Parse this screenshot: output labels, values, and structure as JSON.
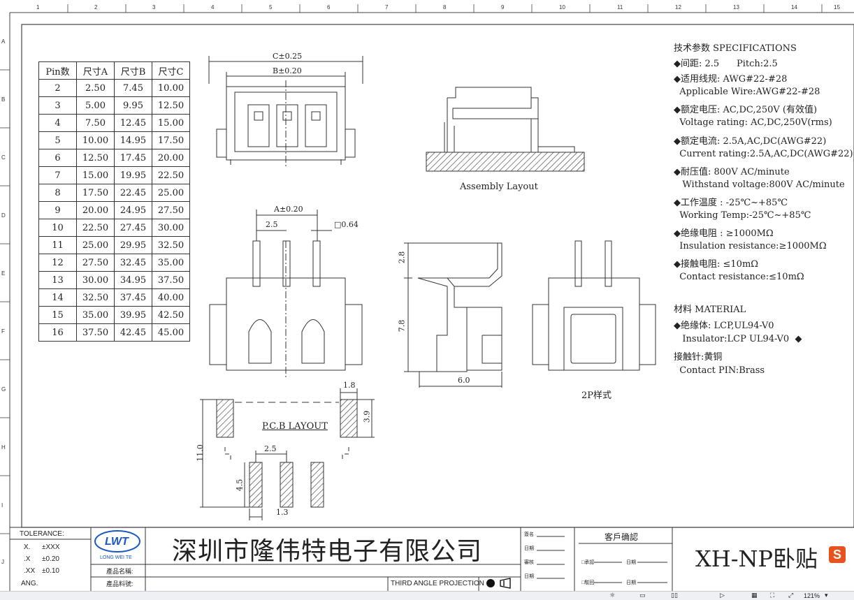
{
  "ruler": {
    "columns": [
      "1",
      "2",
      "3",
      "4",
      "5",
      "6",
      "7",
      "8",
      "9",
      "10",
      "11",
      "12",
      "13",
      "14",
      "15"
    ],
    "rows": [
      "A",
      "B",
      "C",
      "D",
      "E",
      "F",
      "G",
      "H",
      "I",
      "J"
    ]
  },
  "pin_table": {
    "headers": [
      "Pin数",
      "尺寸A",
      "尺寸B",
      "尺寸C"
    ],
    "rows": [
      [
        "2",
        "2.50",
        "7.45",
        "10.00"
      ],
      [
        "3",
        "5.00",
        "9.95",
        "12.50"
      ],
      [
        "4",
        "7.50",
        "12.45",
        "15.00"
      ],
      [
        "5",
        "10.00",
        "14.95",
        "17.50"
      ],
      [
        "6",
        "12.50",
        "17.45",
        "20.00"
      ],
      [
        "7",
        "15.00",
        "19.95",
        "22.50"
      ],
      [
        "8",
        "17.50",
        "22.45",
        "25.00"
      ],
      [
        "9",
        "20.00",
        "24.95",
        "27.50"
      ],
      [
        "10",
        "22.50",
        "27.45",
        "30.00"
      ],
      [
        "11",
        "25.00",
        "29.95",
        "32.50"
      ],
      [
        "12",
        "27.50",
        "32.45",
        "35.00"
      ],
      [
        "13",
        "30.00",
        "34.95",
        "37.50"
      ],
      [
        "14",
        "32.50",
        "37.45",
        "40.00"
      ],
      [
        "15",
        "35.00",
        "39.95",
        "42.50"
      ],
      [
        "16",
        "37.50",
        "42.45",
        "45.00"
      ]
    ]
  },
  "specs": {
    "title": "技术参数  SPECIFICATIONS",
    "lines": [
      "◆间距: 2.5      Pitch:2.5",
      "◆适用线规: AWG#22-#28",
      "  Applicable Wire:AWG#22-#28",
      "◆额定电压: AC,DC,250V (有效值)",
      "  Voltage rating: AC,DC,250V(rms)",
      "◆额定电流: 2.5A,AC,DC(AWG#22)",
      "  Current rating:2.5A,AC,DC(AWG#22)",
      "◆耐压值: 800V AC/minute",
      "   Withstand voltage:800V AC/minute",
      "◆工作温度 : -25℃~+85℃",
      "  Working Temp:-25℃~+85℃",
      "◆绝缘电阻 : ≥1000MΩ",
      "  Insulation resistance:≥1000MΩ",
      "◆接触电阻: ≤10mΩ",
      "  Contact resistance:≤10mΩ"
    ],
    "material_title": "材料  MATERIAL",
    "material_lines": [
      "◆绝缘体: LCP,UL94-V0",
      "   Insulator:LCP UL94-V0  ◆",
      "接触针:黄铜",
      "  Contact PIN:Brass"
    ]
  },
  "drawing": {
    "top_dim_c": "C±0.25",
    "top_dim_b": "B±0.20",
    "assembly_label": "Assembly Layout",
    "front_dim_a": "A±0.20",
    "front_dim_pitch": "2.5",
    "front_dim_pin": "□0.64",
    "side_dim_28": "2.8",
    "side_dim_78": "7.8",
    "side_dim_60": "6.0",
    "view_2p": "2P样式",
    "pcb_label": "P.C.B LAYOUT",
    "pcb_dim_18": "1.8",
    "pcb_dim_39": "3.9",
    "pcb_dim_110": "11.0",
    "pcb_dim_25": "2.5",
    "pcb_dim_45": "4.5",
    "pcb_dim_13": "1.3"
  },
  "title_block": {
    "tolerance_title": "TOLERANCE:",
    "tol_rows": [
      [
        "X.",
        "±XXX"
      ],
      [
        ".X",
        "±0.20"
      ],
      [
        ".XX",
        "±0.10"
      ]
    ],
    "ang": "ANG.",
    "logo": "LWT",
    "logo_sub": "LONG WEI TE",
    "company": "深圳市隆伟特电子有限公司",
    "product_name_label": "產品名稱:",
    "product_no_label": "產品料號:",
    "projection": "THIRD ANGLE PROJECTION",
    "sign_labels": [
      "簽名",
      "日期",
      "審核",
      "日期"
    ],
    "customer_confirm": "客戶确認",
    "approve": "□承認",
    "approve_date": "日期",
    "reject": "□駁回",
    "reject_date": "日期",
    "model": "XH-NP卧贴"
  },
  "statusbar": {
    "zoom": "121%"
  }
}
